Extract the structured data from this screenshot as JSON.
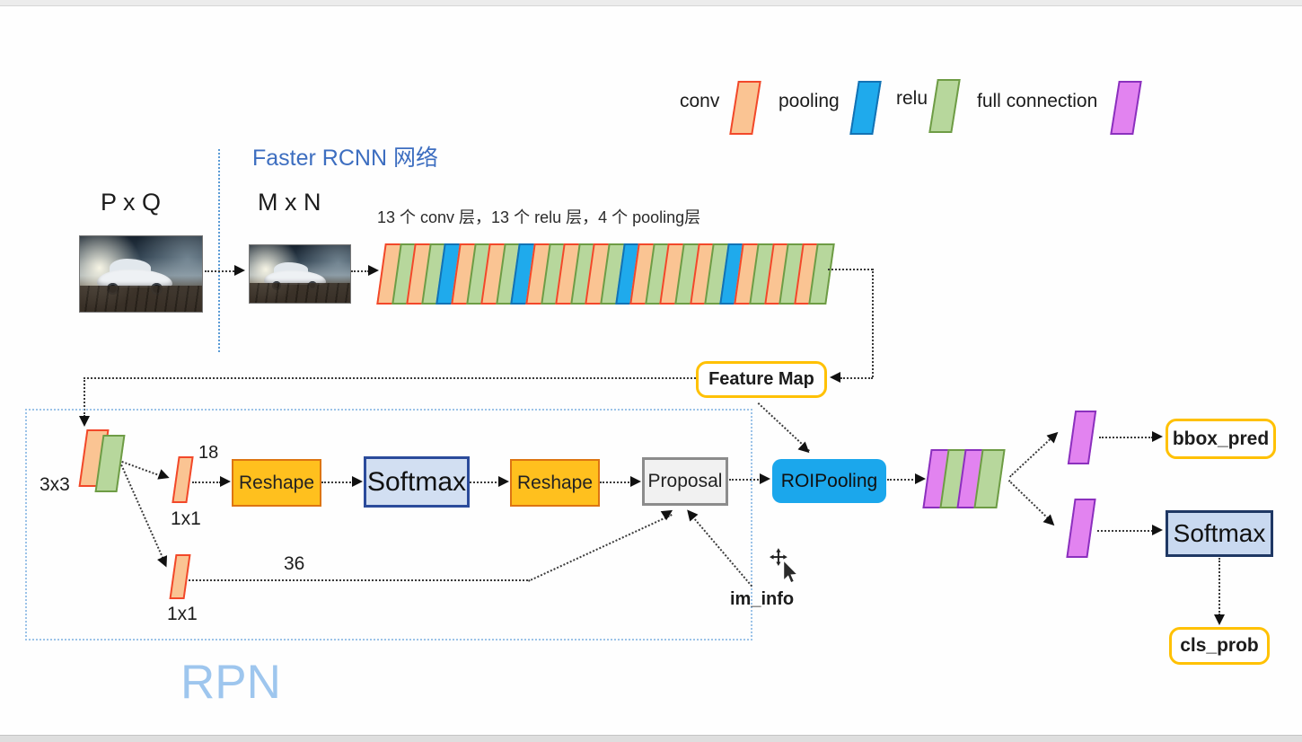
{
  "legend": {
    "items": [
      {
        "label": "conv",
        "type": "conv"
      },
      {
        "label": "pooling",
        "type": "pool"
      },
      {
        "label": "relu",
        "type": "relu"
      },
      {
        "label": "full connection",
        "type": "fc"
      }
    ]
  },
  "title": "Faster RCNN 网络",
  "inputs": {
    "pxq": "P x Q",
    "mxn": "M x N"
  },
  "backbone": {
    "caption": "13 个 conv 层，13 个 relu 层，4 个 pooling层",
    "sequence": [
      "conv",
      "relu",
      "conv",
      "relu",
      "pool",
      "conv",
      "relu",
      "conv",
      "relu",
      "pool",
      "conv",
      "relu",
      "conv",
      "relu",
      "conv",
      "relu",
      "pool",
      "conv",
      "relu",
      "conv",
      "relu",
      "conv",
      "relu",
      "pool",
      "conv",
      "relu",
      "conv",
      "relu",
      "conv",
      "relu"
    ]
  },
  "feature_map": {
    "label": "Feature Map"
  },
  "rpn": {
    "label": "RPN",
    "kernel_3x3": "3x3",
    "kernel_1x1_top": "1x1",
    "kernel_1x1_bottom": "1x1",
    "channels_top": "18",
    "channels_bottom": "36",
    "reshape1": "Reshape",
    "softmax": "Softmax",
    "reshape2": "Reshape",
    "proposal": "Proposal",
    "im_info": "im_info"
  },
  "head": {
    "roipooling": "ROIPooling",
    "fc_sequence": [
      "fc",
      "relu",
      "fc",
      "relu"
    ],
    "bbox_pred": "bbox_pred",
    "softmax": "Softmax",
    "cls_prob": "cls_prob"
  },
  "colors": {
    "conv_fill": "#FAC493",
    "conv_border": "#F2482A",
    "pool_fill": "#1FAAEC",
    "pool_border": "#1372B4",
    "relu_fill": "#B7D79C",
    "relu_border": "#6E9C45",
    "fc_fill": "#E283F0",
    "fc_border": "#8B30BE",
    "gold_accent": "#FFC103",
    "orange_fill": "#FFC01E",
    "orange_border": "#DD7512",
    "softmax_fill": "#D2DFF2",
    "softmax_border": "#2B4B9B",
    "softmax2_fill": "#C9D9F0",
    "softmax2_border": "#1F3864",
    "proposal_fill": "#F1F1F1",
    "proposal_border": "#8C8C8C",
    "roi_fill": "#1BA7EC",
    "title_blue": "#3D6EC0",
    "rpn_text_blue": "#9EC6EE"
  }
}
